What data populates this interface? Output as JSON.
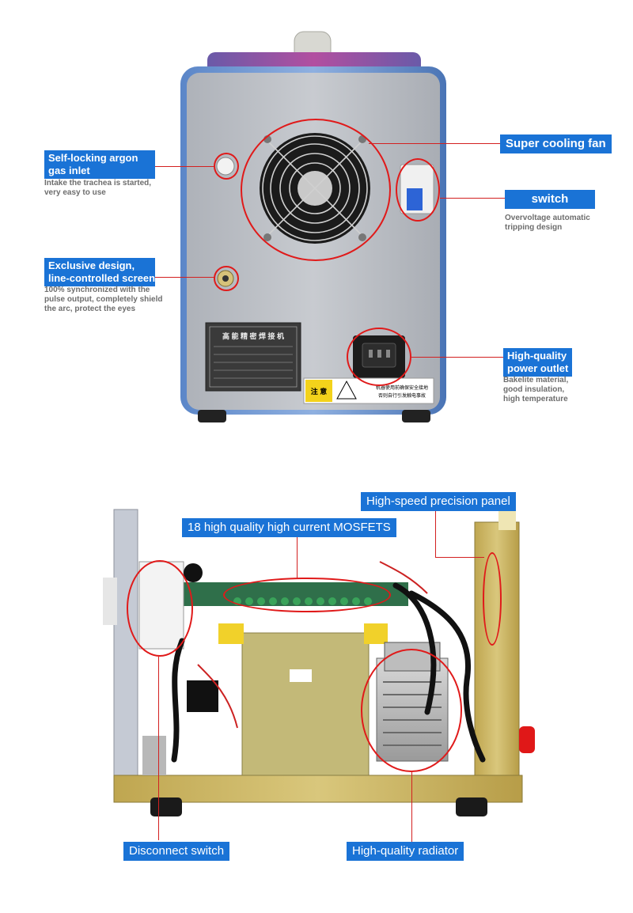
{
  "top_section": {
    "labels": {
      "argon_inlet": {
        "title_line1": "Self-locking argon",
        "title_line2": "gas inlet",
        "desc_line1": "Intake the trachea is started,",
        "desc_line2": "very easy to use"
      },
      "cooling_fan": {
        "title": "Super cooling fan"
      },
      "switch": {
        "title": "switch",
        "desc_line1": "Overvoltage automatic",
        "desc_line2": "tripping design"
      },
      "screen": {
        "title_line1": "Exclusive design,",
        "title_line2": "line-controlled screen",
        "desc_line1": "100% synchronized with the",
        "desc_line2": "pulse output, completely shield",
        "desc_line3": "the arc, protect the eyes"
      },
      "power_outlet": {
        "title_line1": "High-quality",
        "title_line2": "power outlet",
        "desc_line1": "Bakelite material,",
        "desc_line2": "good insulation,",
        "desc_line3": "high temperature"
      }
    },
    "warning_label": {
      "symbol": "注 意",
      "text_line1": "机器使用前确保安全接地",
      "text_line2": "否则自行引发触电事故"
    },
    "nameplate_title": "高 能 精 密 焊 接 机"
  },
  "bottom_section": {
    "labels": {
      "precision_panel": "High-speed precision panel",
      "mosfets": "18 high quality high current MOSFETS",
      "disconnect_switch": "Disconnect switch",
      "radiator": "High-quality radiator"
    }
  },
  "colors": {
    "label_bg": "#1a73d6",
    "callout_red": "#d32020",
    "panel_gray": "#b9bcc2",
    "frame_gold": "#c9b35a"
  }
}
